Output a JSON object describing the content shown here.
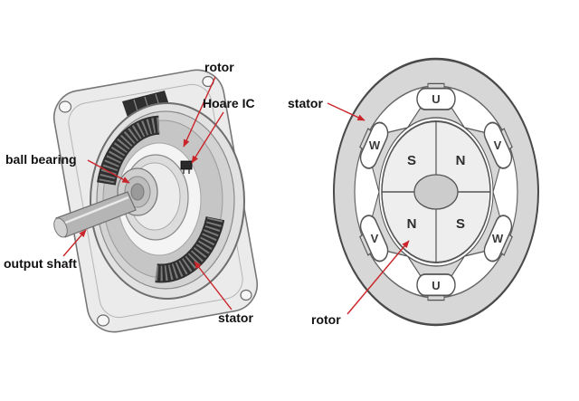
{
  "colors": {
    "leader": "#c9252a",
    "label_text": "#111111",
    "metal_light": "#ebebeb",
    "metal_mid": "#d7d7d7",
    "winding": "#2f2f2f"
  },
  "left_view": {
    "labels": {
      "rotor": "rotor",
      "hoare_ic": "Hoare IC",
      "ball_bearing": "ball bearing",
      "output_shaft": "output shaft",
      "stator": "stator"
    }
  },
  "right_view": {
    "labels": {
      "stator": "stator",
      "rotor": "rotor"
    },
    "coils": {
      "top": "U",
      "upper_right": "V",
      "lower_right": "W",
      "bottom": "U",
      "lower_left": "V",
      "upper_left": "W"
    },
    "rotor_poles": {
      "nw": "S",
      "ne": "N",
      "sw": "N",
      "se": "S"
    }
  }
}
